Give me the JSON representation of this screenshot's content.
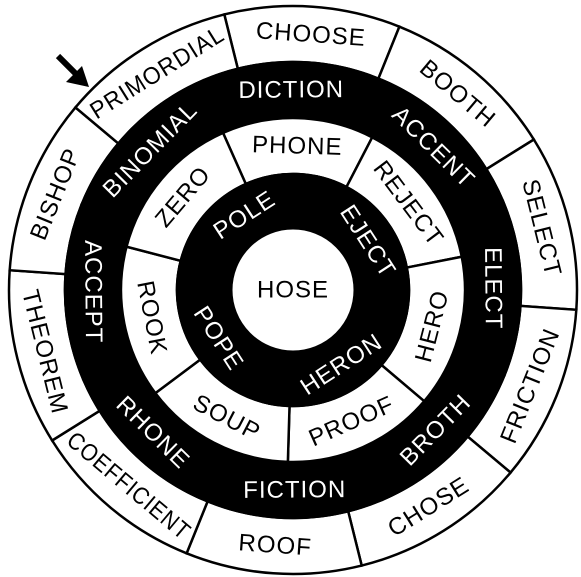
{
  "puzzle": {
    "center": "HOSE",
    "rings": [
      {
        "shade": "dark",
        "cells": [
          "EJECT",
          "HERON",
          "POPE",
          "POLE"
        ]
      },
      {
        "shade": "light",
        "cells": [
          "PHONE",
          "REJECT",
          "HERO",
          "PROOF",
          "SOUP",
          "ROOK",
          "ZERO"
        ]
      },
      {
        "shade": "dark",
        "cells": [
          "DICTION",
          "ACCENT",
          "ELECT",
          "BROTH",
          "FICTION",
          "RHONE",
          "ACCEPT",
          "BINOMIAL"
        ]
      },
      {
        "shade": "light",
        "cells": [
          "CHOOSE",
          "BOOTH",
          "SELECT",
          "FRICTION",
          "CHOSE",
          "ROOF",
          "COEFFICIENT",
          "THEOREM",
          "BISHOP",
          "PRIMORDIAL"
        ]
      }
    ],
    "start_marker": "arrow-icon",
    "colors": {
      "dark": "#000000",
      "light": "#ffffff"
    }
  }
}
